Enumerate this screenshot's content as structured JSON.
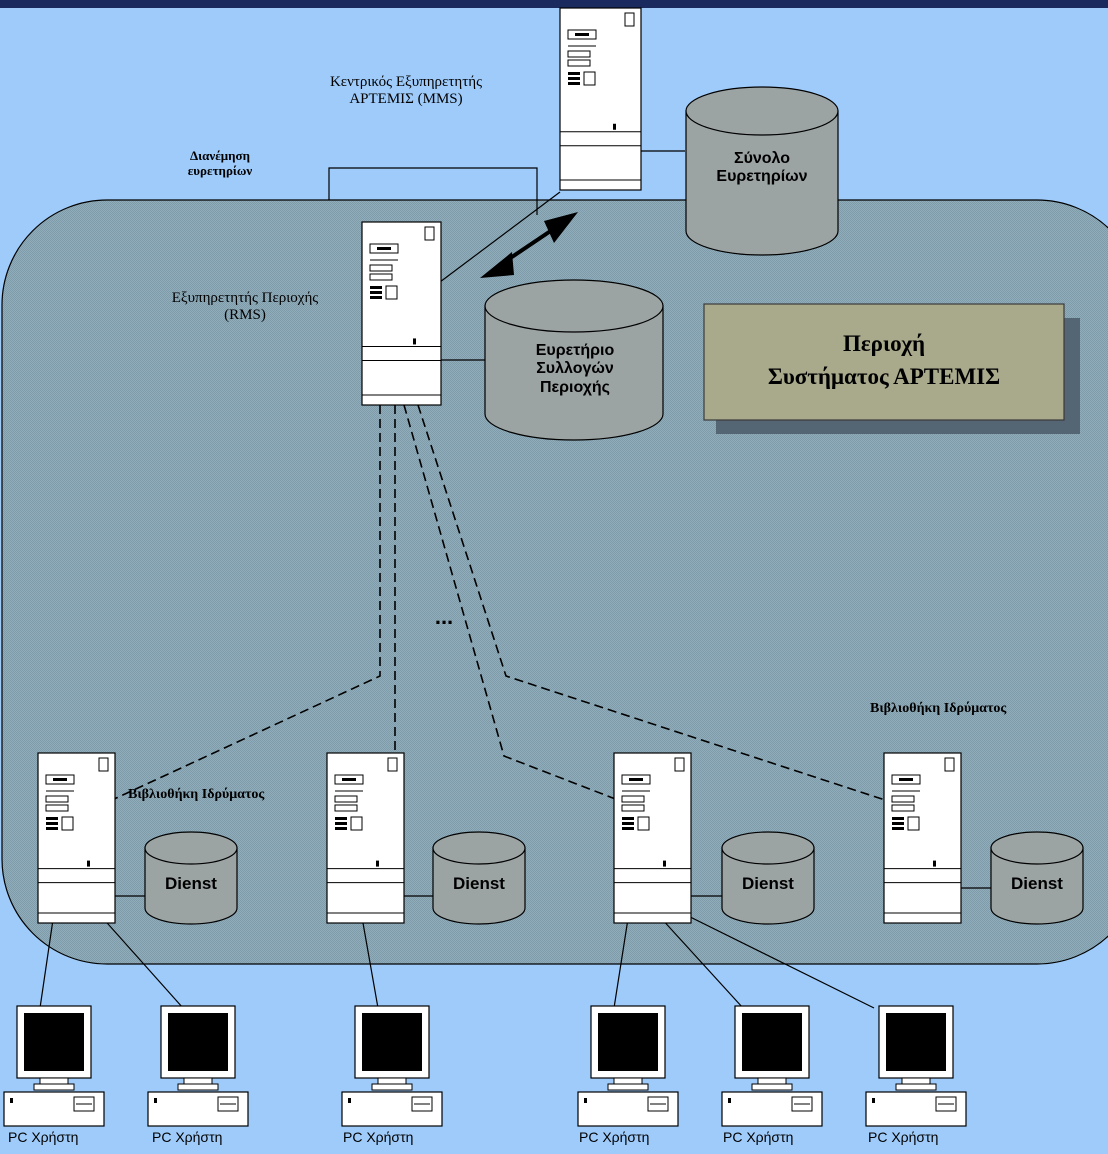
{
  "diagram": {
    "central_server_label": "Κεντρικός Εξυπηρετητής\nΑΡΤΕΜΙΣ (MMS)",
    "index_distribution_label": "Διανέμηση\nευρετηρίων",
    "index_set_label": "Σύνολο\nΕυρετηρίων",
    "regional_server_label": "Εξυπηρετητής Περιοχής\n(RMS)",
    "regional_index_label": "Ευρετήριο\nΣυλλογών\nΠεριοχής",
    "region_title": "Περιοχή\nΣυστήματος ΑΡΤΕΜΙΣ",
    "ellipsis": "...",
    "institution_library_left": "Βιβλιοθήκη Ιδρύματος",
    "institution_library_right": "Βιβλιοθήκη Ιδρύματος",
    "dienst_labels": [
      "Dienst",
      "Dienst",
      "Dienst",
      "Dienst"
    ],
    "pc_labels": [
      "PC Χρήστη",
      "PC Χρήστη",
      "PC Χρήστη",
      "PC Χρήστη",
      "PC Χρήστη",
      "PC Χρήστη"
    ],
    "colors": {
      "background": "#9ecbfa",
      "top_bar": "#1b2a5e",
      "region": "#8aa7b5",
      "title_box": "#a9a98c",
      "title_shadow": "#546574"
    }
  }
}
